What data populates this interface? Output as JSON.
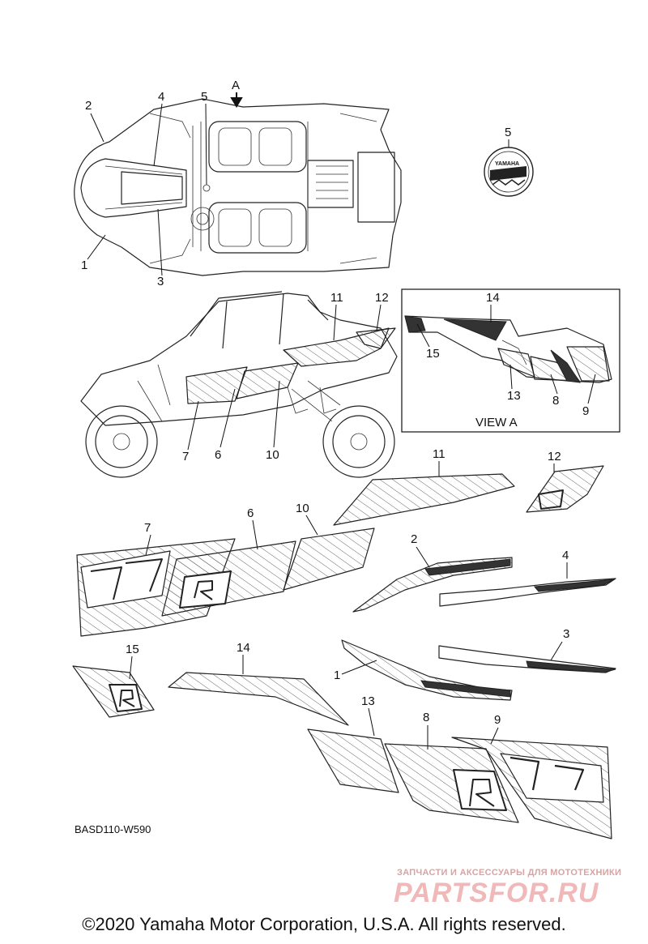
{
  "diagram": {
    "view_label": "VIEW A",
    "arrow_label": "A",
    "drawing_code": "BASD110-W590",
    "badge_text": "YAMAHA",
    "callouts": {
      "top_view": [
        "2",
        "4",
        "5",
        "1",
        "3"
      ],
      "badge": "5",
      "side_view": [
        "11",
        "12",
        "7",
        "6",
        "10"
      ],
      "view_a": [
        "14",
        "15",
        "13",
        "8",
        "9"
      ],
      "parts": [
        "11",
        "12",
        "7",
        "6",
        "10",
        "2",
        "4",
        "3",
        "1",
        "15",
        "14",
        "13",
        "8",
        "9"
      ]
    }
  },
  "watermark": {
    "tagline": "ЗАПЧАСТИ И АКСЕССУАРЫ ДЛЯ МОТОТЕХНИКИ",
    "logo": "PARTSFOR.RU"
  },
  "footer": {
    "copyright": "©2020 Yamaha Motor Corporation, U.S.A. All rights reserved."
  }
}
